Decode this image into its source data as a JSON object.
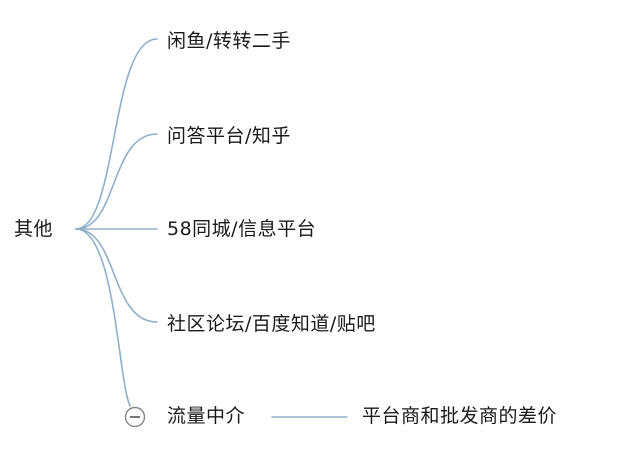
{
  "mindmap": {
    "root": {
      "label": "其他"
    },
    "branches": [
      {
        "label": "闲鱼/转转二手"
      },
      {
        "label": "问答平台/知乎"
      },
      {
        "label": "58同城/信息平台"
      },
      {
        "label": "社区论坛/百度知道/贴吧"
      },
      {
        "label": "流量中介",
        "collapsed_toggle": "minus-icon",
        "children": [
          {
            "label": "平台商和批发商的差价"
          }
        ]
      }
    ],
    "colors": {
      "connector": "#8fb0c8",
      "text": "#1a1a1a",
      "toggle_border": "#888888"
    }
  }
}
